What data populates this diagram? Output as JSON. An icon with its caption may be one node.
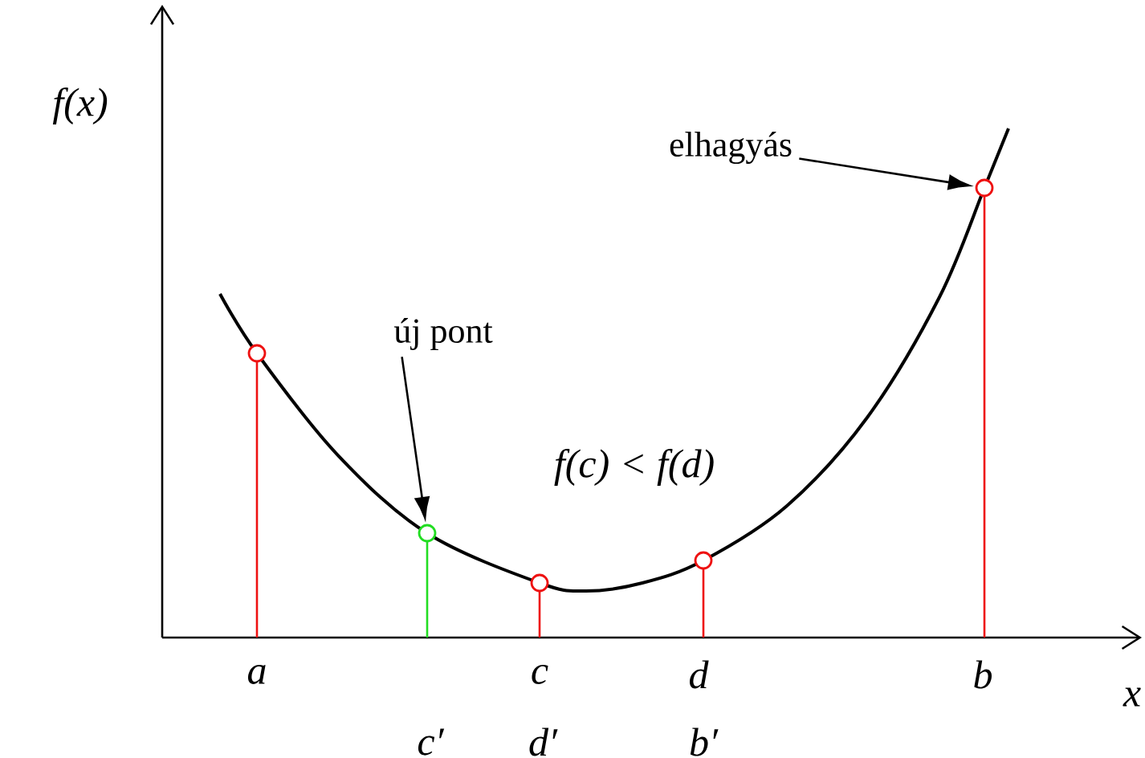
{
  "diagram": {
    "nodes": [
      {
        "text": [
          "elhagyás"
        ]
      },
      {
        "text": [
          "új pont"
        ]
      },
      {
        "text": [],
        "shape": "circle"
      },
      {
        "text": [],
        "shape": "circle"
      },
      {
        "text": [],
        "shape": "circle"
      },
      {
        "text": [],
        "shape": "circle"
      },
      {
        "text": [],
        "shape": "circle"
      }
    ],
    "edges": [
      {
        "from": 0,
        "to": 6,
        "arrow": "to"
      },
      {
        "from": 1,
        "to": 3,
        "arrow": "to"
      }
    ],
    "labels": [
      "f(x)",
      "f(c) < f(d)",
      "a",
      "c",
      "d",
      "b",
      "x",
      "c′",
      "d′",
      "b′"
    ]
  }
}
